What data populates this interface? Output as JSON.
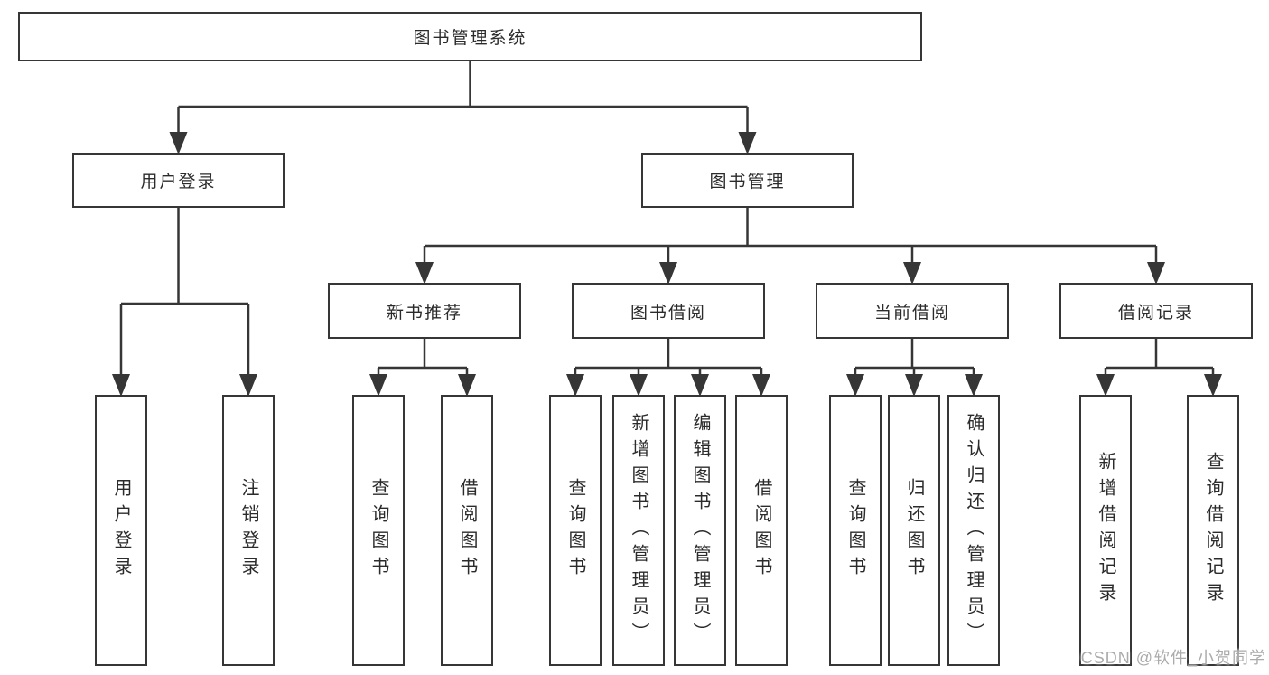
{
  "nodes": {
    "root": "图书管理系统",
    "user_login": "用户登录",
    "book_mgmt": "图书管理",
    "new_book_rec": "新书推荐",
    "book_borrow": "图书借阅",
    "current_borrow": "当前借阅",
    "borrow_record": "借阅记录",
    "leaf_user_login": "用户登录",
    "leaf_logout": "注销登录",
    "leaf_nbr_query": "查询图书",
    "leaf_nbr_borrow": "借阅图书",
    "leaf_bb_query": "查询图书",
    "leaf_bb_add": "新增图书（管理员）",
    "leaf_bb_edit": "编辑图书（管理员）",
    "leaf_bb_borrow": "借阅图书",
    "leaf_cb_query": "查询图书",
    "leaf_cb_return": "归还图书",
    "leaf_cb_confirm": "确认归还（管理员）",
    "leaf_br_add": "新增借阅记录",
    "leaf_br_query": "查询借阅记录"
  },
  "hierarchy": {
    "图书管理系统": {
      "用户登录": [
        "用户登录",
        "注销登录"
      ],
      "图书管理": {
        "新书推荐": [
          "查询图书",
          "借阅图书"
        ],
        "图书借阅": [
          "查询图书",
          "新增图书（管理员）",
          "编辑图书（管理员）",
          "借阅图书"
        ],
        "当前借阅": [
          "查询图书",
          "归还图书",
          "确认归还（管理员）"
        ],
        "借阅记录": [
          "新增借阅记录",
          "查询借阅记录"
        ]
      }
    }
  },
  "watermark": {
    "text": "CSDN @软件_小贺同学"
  },
  "colors": {
    "line": "#363636",
    "box_border": "#363636",
    "text": "#2b2b2b",
    "watermark": "#ababab",
    "background": "#ffffff"
  }
}
